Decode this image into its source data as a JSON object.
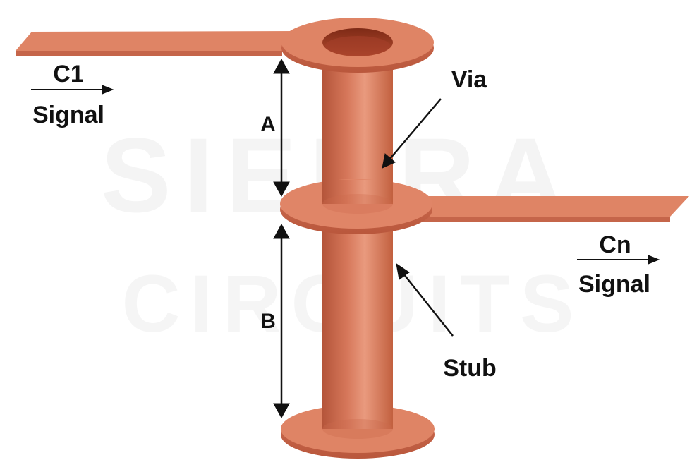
{
  "labels": {
    "c1": "C1",
    "c1_signal": "Signal",
    "cn": "Cn",
    "cn_signal": "Signal",
    "via": "Via",
    "stub": "Stub",
    "a": "A",
    "b": "B"
  },
  "watermark": {
    "line1": "SIERRA",
    "line2": "CIRCUITS"
  },
  "colors": {
    "copper": "#df8465",
    "copper_dark": "#b5563b",
    "copper_light": "#eea58a",
    "hole": "#9a3a22",
    "text": "#111111",
    "watermark": "#f4f4f4"
  }
}
